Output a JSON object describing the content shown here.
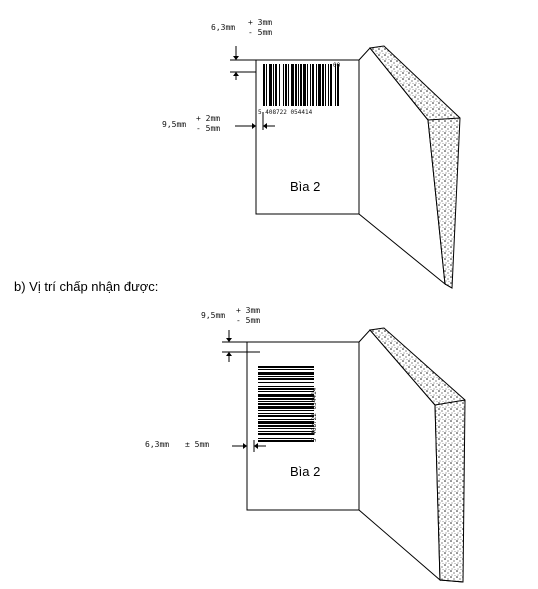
{
  "figure_top": {
    "page_label": "Bìa 2",
    "top_dimension": {
      "value": "6,3mm",
      "plus": "+ 3mm",
      "minus": "- 5mm"
    },
    "side_dimension": {
      "value": "9,5mm",
      "plus": "+ 2mm",
      "minus": "- 5mm"
    },
    "barcode_digits": "5 408722 054414",
    "barcode_small": "00"
  },
  "caption_b": "b)   Vị trí chấp nhận được:",
  "figure_bottom": {
    "page_label": "Bìa 2",
    "top_dimension": {
      "value": "9,5mm",
      "plus": "+ 3mm",
      "minus": "- 5mm"
    },
    "side_dimension": {
      "value": "6,3mm",
      "tol": "± 5mm"
    },
    "barcode_digits": "5 408722 054414"
  }
}
